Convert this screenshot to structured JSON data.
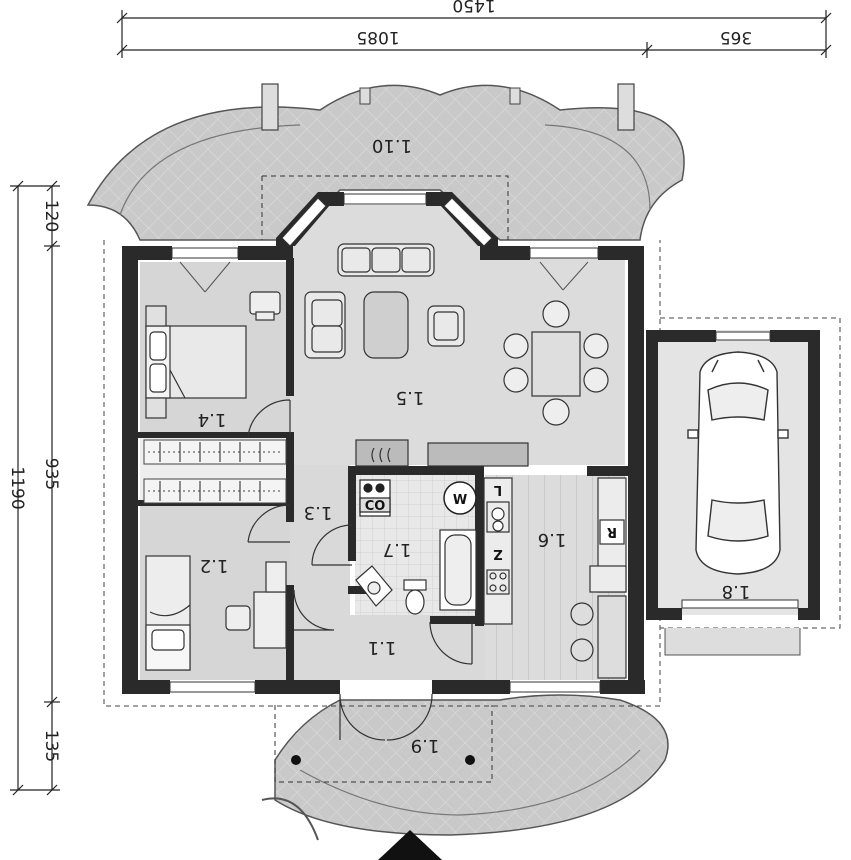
{
  "dimensions": {
    "top_total": "1450",
    "top_left": "1085",
    "top_right": "365",
    "left_total": "1190",
    "left_top": "120",
    "left_middle": "935",
    "left_bottom": "135"
  },
  "rooms": {
    "r1_1": "1.1",
    "r1_2": "1.2",
    "r1_3": "1.3",
    "r1_4": "1.4",
    "r1_5": "1.5",
    "r1_6": "1.6",
    "r1_7": "1.7",
    "r1_8": "1.8",
    "r1_9": "1.9",
    "r1_10": "1.10"
  },
  "appliance_labels": {
    "washer": "W",
    "fridge": "R",
    "L_mark": "L",
    "Z_mark": "Z",
    "co_mark": "CO"
  },
  "colors": {
    "wall": "#2a2a2a",
    "floor_light": "#d9d9d9",
    "floor_dark": "#bdbdbd",
    "terrace": "#c8c8c8",
    "tile": "#e6e6e6"
  }
}
